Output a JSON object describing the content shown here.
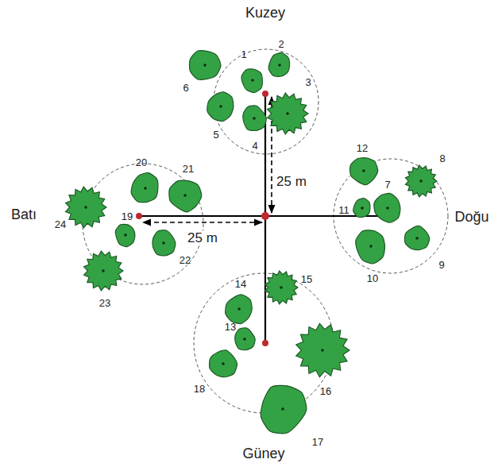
{
  "diagram": {
    "labels": [
      "Kuzey",
      "Doğu",
      "Güney",
      "Batı",
      "25 m",
      "25 m",
      "1",
      "2",
      "3",
      "4",
      "5",
      "6",
      "7",
      "8",
      "9",
      "10",
      "11",
      "12",
      "13",
      "14",
      "15",
      "16",
      "17",
      "18",
      "19",
      "20",
      "21",
      "22",
      "23",
      "24"
    ]
  }
}
